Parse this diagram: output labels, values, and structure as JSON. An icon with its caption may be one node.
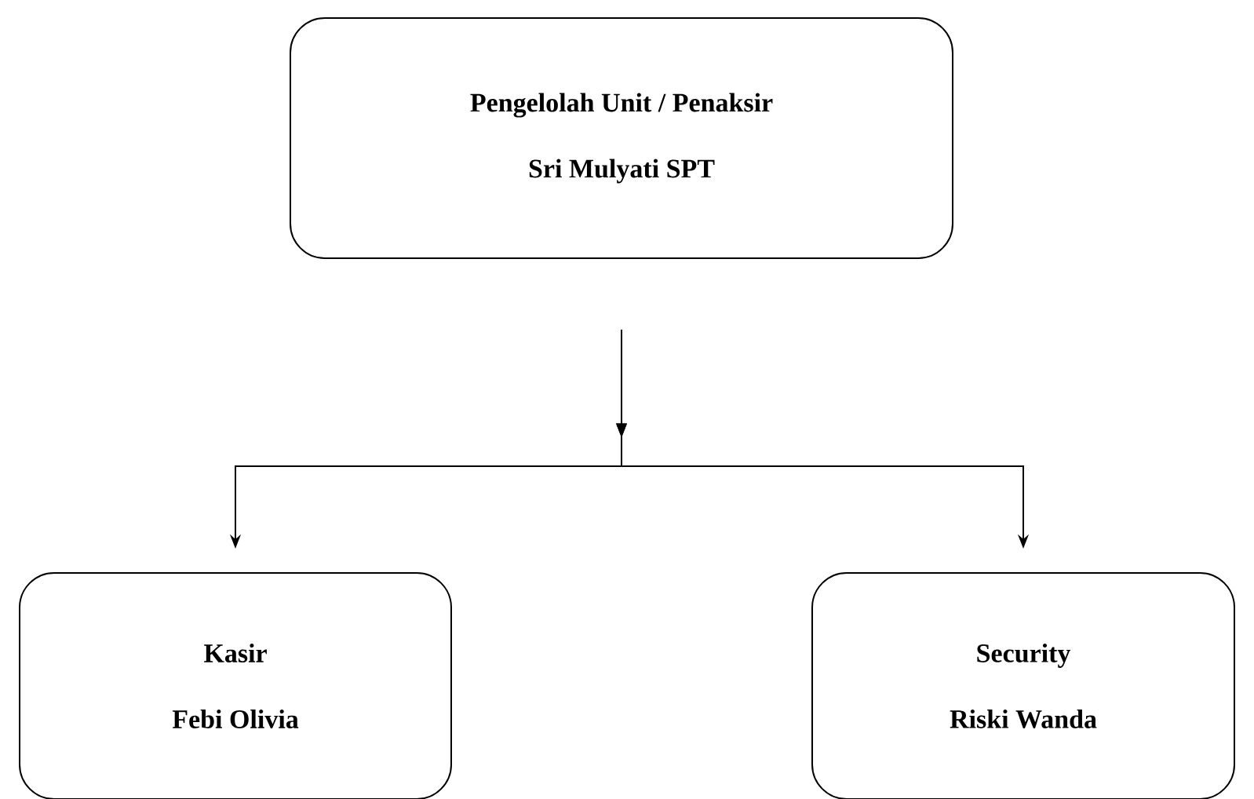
{
  "diagram": {
    "nodes": [
      {
        "text": [
          "Pengelolah Unit / Penaksir",
          "Sri Mulyati SPT"
        ]
      },
      {
        "text": [
          "Kasir",
          "Febi Olivia"
        ]
      },
      {
        "text": [
          "Security",
          "Riski Wanda"
        ]
      }
    ],
    "edges": [
      {
        "from": 0,
        "to": 1,
        "arrow": "to"
      },
      {
        "from": 0,
        "to": 2,
        "arrow": "to"
      }
    ]
  }
}
